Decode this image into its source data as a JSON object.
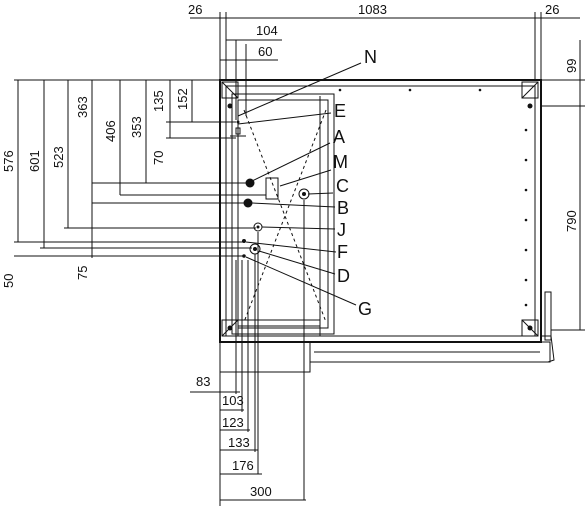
{
  "dims_top": {
    "left_margin": "26",
    "width": "1083",
    "right_margin": "26",
    "d104": "104",
    "d60": "60"
  },
  "dims_left": {
    "d576": "576",
    "d601": "601",
    "d523": "523",
    "d363": "363",
    "d406": "406",
    "d353": "353",
    "d135": "135",
    "d152": "152",
    "d70": "70",
    "d50": "50",
    "d75": "75"
  },
  "dims_right": {
    "d99": "99",
    "d790": "790"
  },
  "dims_bottom": {
    "d83": "83",
    "d103": "103",
    "d123": "123",
    "d133": "133",
    "d176": "176",
    "d300": "300"
  },
  "callouts": {
    "N": "N",
    "E": "E",
    "A": "A",
    "M": "M",
    "C": "C",
    "B": "B",
    "J": "J",
    "F": "F",
    "D": "D",
    "G": "G"
  }
}
